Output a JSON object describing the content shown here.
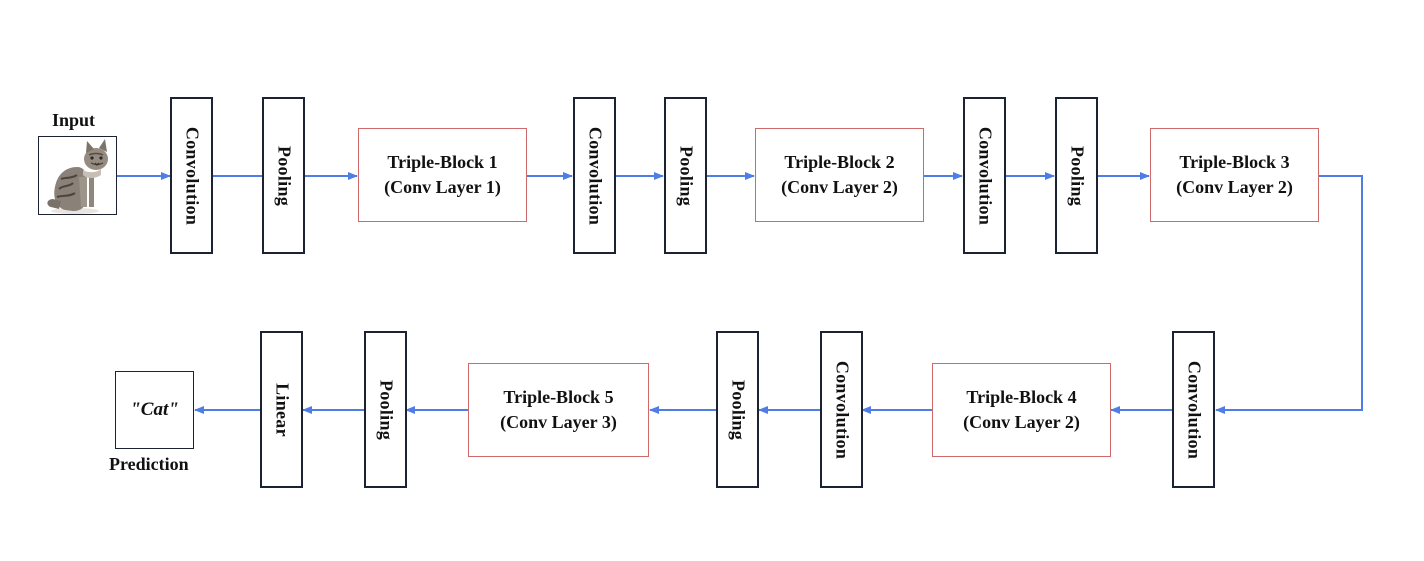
{
  "colors": {
    "arrow": "#4f7de6",
    "layer_border": "#1b2233",
    "block_border": "#d06a6a"
  },
  "input": {
    "label": "Input",
    "image_icon": "cat-photo-icon"
  },
  "output": {
    "value": "\"Cat\"",
    "label": "Prediction"
  },
  "row1": [
    {
      "kind": "layer",
      "label": "Convolution"
    },
    {
      "kind": "layer",
      "label": "Pooling"
    },
    {
      "kind": "block",
      "line1": "Triple-Block 1",
      "line2": "(Conv Layer 1)"
    },
    {
      "kind": "layer",
      "label": "Convolution"
    },
    {
      "kind": "layer",
      "label": "Pooling"
    },
    {
      "kind": "block",
      "line1": "Triple-Block 2",
      "line2": "(Conv Layer 2)"
    },
    {
      "kind": "layer",
      "label": "Convolution"
    },
    {
      "kind": "layer",
      "label": "Pooling"
    },
    {
      "kind": "block",
      "line1": "Triple-Block 3",
      "line2": "(Conv Layer 2)"
    }
  ],
  "row2": [
    {
      "kind": "layer",
      "label": "Convolution"
    },
    {
      "kind": "block",
      "line1": "Triple-Block 4",
      "line2": "(Conv Layer 2)"
    },
    {
      "kind": "layer",
      "label": "Convolution"
    },
    {
      "kind": "layer",
      "label": "Pooling"
    },
    {
      "kind": "block",
      "line1": "Triple-Block 5",
      "line2": "(Conv Layer 3)"
    },
    {
      "kind": "layer",
      "label": "Pooling"
    },
    {
      "kind": "layer",
      "label": "Linear"
    }
  ]
}
